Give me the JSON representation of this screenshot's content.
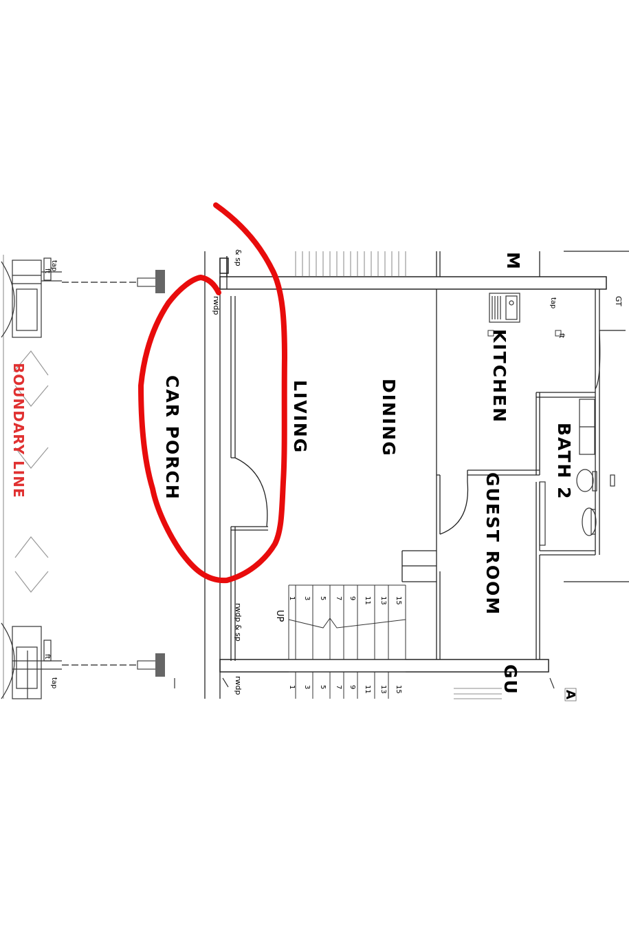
{
  "colors": {
    "annotation": "#e80c0c",
    "boundary": "#e03030",
    "lines": "#222222"
  },
  "labels": {
    "boundary_line": "BOUNDARY LINE",
    "car_porch": "CAR PORCH",
    "living": "LIVING",
    "dining": "DINING",
    "kitchen": "KITCHEN",
    "bath2": "BATH 2",
    "guest_room": "GUEST ROOM",
    "guest_partial": "GU",
    "m_partial": "M",
    "a_partial": "A",
    "gt": "GT",
    "up": "UP"
  },
  "fixtures": {
    "tap_top_left": "tap",
    "ft_top_left": "ft",
    "tap_bottom_left": "tap",
    "ft_bottom_left": "ft",
    "tap_kitchen": "tap",
    "ft_kitchen": "ft",
    "rwdp_sp_top": "& sp",
    "rwdp_top": "rwdp",
    "rwdp_sp_mid": "rwdp & sp",
    "rwdp_bottom": "rwdp"
  },
  "stairs": {
    "upper_numbers": [
      "1",
      "3",
      "5",
      "7",
      "9",
      "11",
      "13",
      "15"
    ],
    "lower_numbers": [
      "1",
      "3",
      "5",
      "7",
      "9",
      "11",
      "13",
      "15"
    ]
  }
}
